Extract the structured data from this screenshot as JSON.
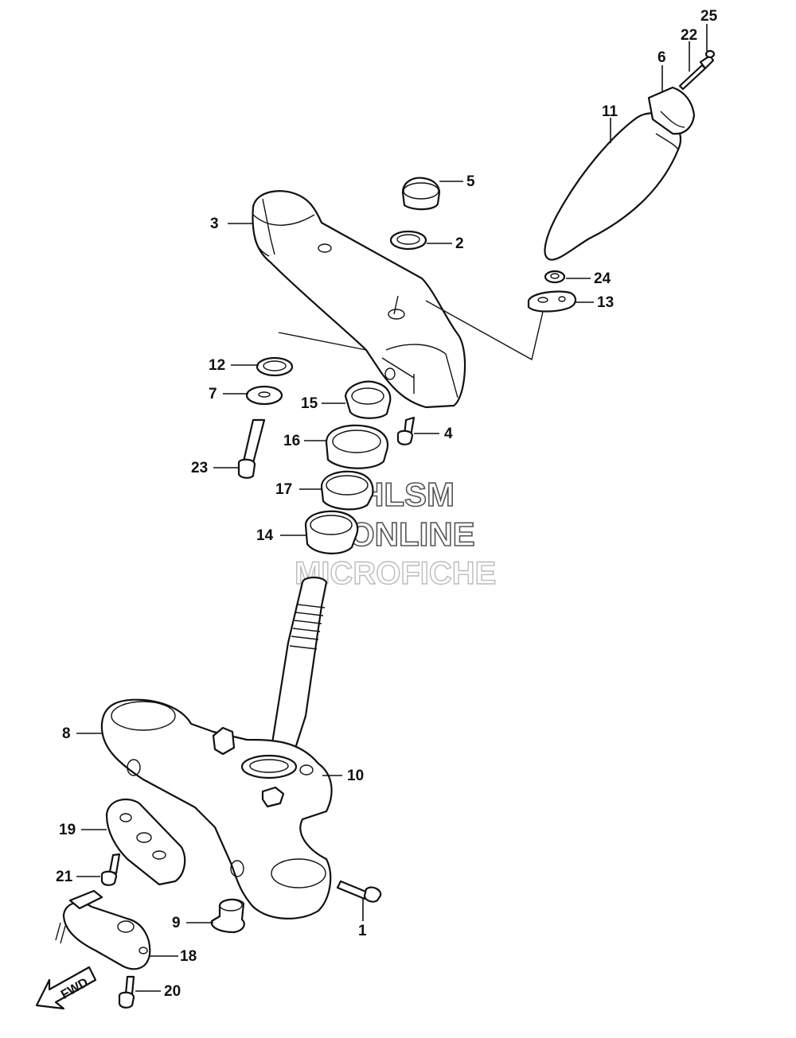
{
  "callouts": {
    "c1": "1",
    "c2": "2",
    "c3": "3",
    "c4": "4",
    "c5": "5",
    "c6": "6",
    "c7": "7",
    "c8": "8",
    "c9": "9",
    "c10": "10",
    "c11": "11",
    "c12": "12",
    "c13": "13",
    "c14": "14",
    "c15": "15",
    "c16": "16",
    "c17": "17",
    "c18": "18",
    "c19": "19",
    "c20": "20",
    "c21": "21",
    "c22": "22",
    "c23": "23",
    "c24": "24",
    "c25": "25"
  },
  "watermark": {
    "line1": "HLSM",
    "line2": "ONLINE",
    "line3": "MICROFICHE"
  },
  "fwd_label": "FWD"
}
